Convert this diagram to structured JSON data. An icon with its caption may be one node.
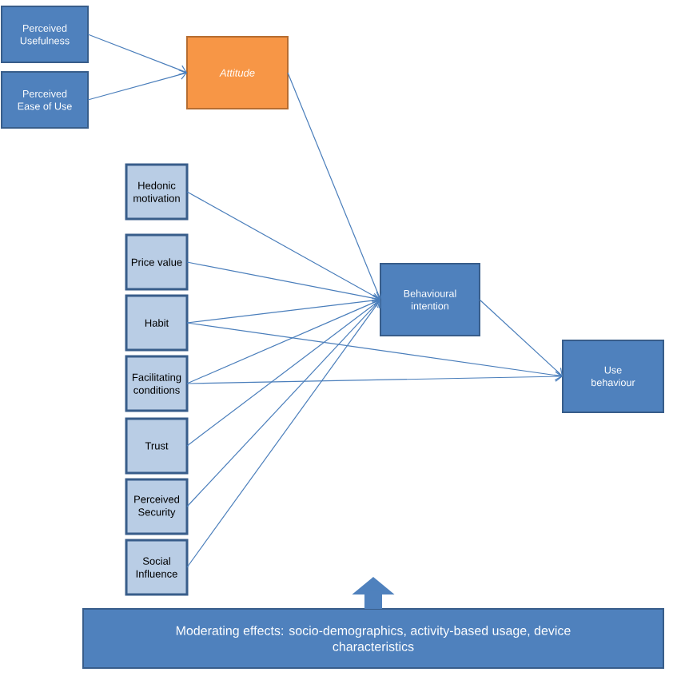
{
  "diagram": {
    "nodes": [
      {
        "text": [
          "Perceived Usefulness"
        ]
      },
      {
        "text": [
          "Perceived Ease of Use"
        ]
      },
      {
        "text": [
          "Attitude"
        ]
      },
      {
        "text": [
          "Hedonic motivation"
        ]
      },
      {
        "text": [
          "Price value"
        ]
      },
      {
        "text": [
          "Habit"
        ]
      },
      {
        "text": [
          "Facilitating conditions"
        ]
      },
      {
        "text": [
          "Trust"
        ]
      },
      {
        "text": [
          "Perceived Security"
        ]
      },
      {
        "text": [
          "Social Influence"
        ]
      },
      {
        "text": [
          "Behavioural intention"
        ]
      },
      {
        "text": [
          "Use behaviour"
        ]
      },
      {
        "text": [
          "Moderating effects: socio-demographics, activity-based usage, device characteristics"
        ]
      }
    ],
    "edges": [
      {
        "from": 0,
        "to": 2,
        "arrow": "to"
      },
      {
        "from": 1,
        "to": 2,
        "arrow": "to"
      },
      {
        "from": 2,
        "to": 10,
        "arrow": "to"
      },
      {
        "from": 3,
        "to": 10,
        "arrow": "to"
      },
      {
        "from": 4,
        "to": 10,
        "arrow": "to"
      },
      {
        "from": 5,
        "to": 10,
        "arrow": "to"
      },
      {
        "from": 6,
        "to": 10,
        "arrow": "to"
      },
      {
        "from": 7,
        "to": 10,
        "arrow": "to"
      },
      {
        "from": 8,
        "to": 10,
        "arrow": "to"
      },
      {
        "from": 9,
        "to": 10,
        "arrow": "to"
      },
      {
        "from": 5,
        "to": 11,
        "arrow": "to"
      },
      {
        "from": 6,
        "to": 11,
        "arrow": "to"
      },
      {
        "from": 10,
        "to": 11,
        "arrow": "to"
      },
      {
        "from": 12,
        "to": null,
        "arrow": "to",
        "style": "thick"
      }
    ]
  }
}
